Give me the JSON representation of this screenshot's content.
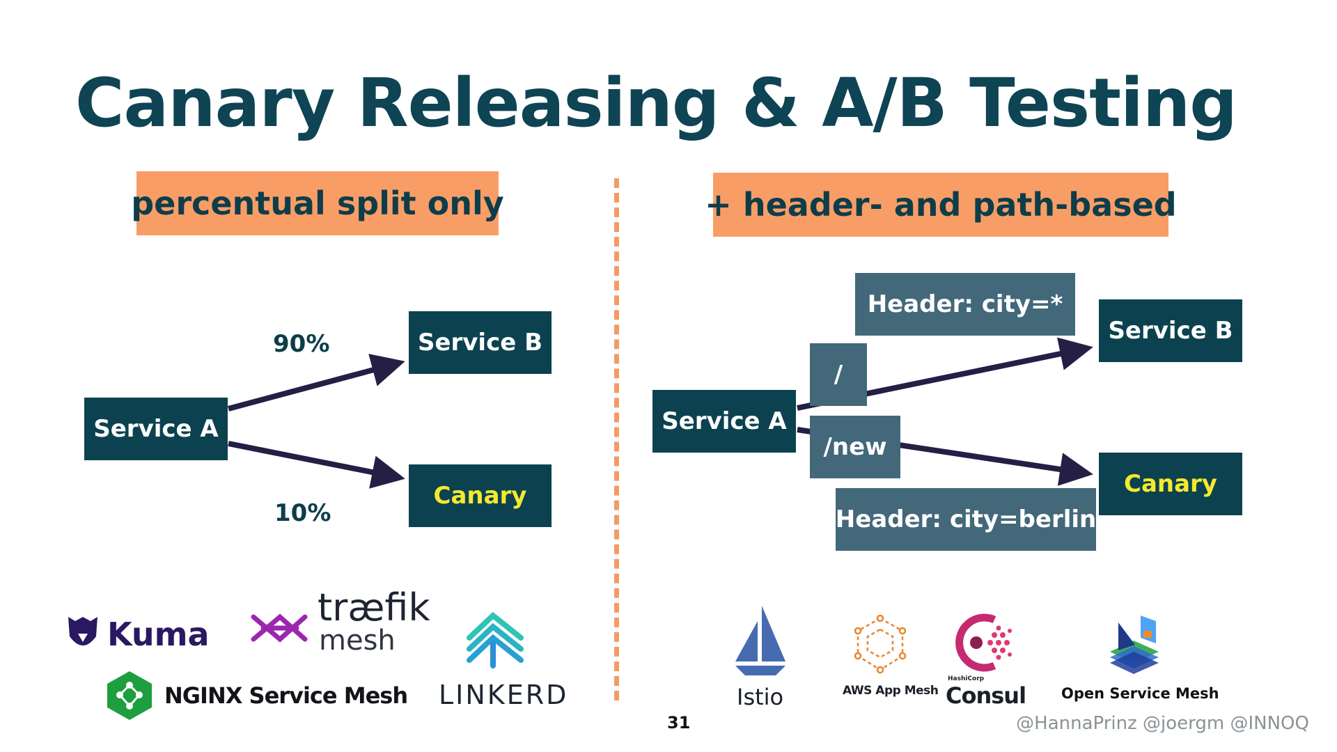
{
  "slide": {
    "title": "Canary Releasing & A/B Testing",
    "page_number": "31",
    "credit": "@HannaPrinz @joergm @INNOQ"
  },
  "left": {
    "tag": "percentual split only",
    "service_a": "Service A",
    "service_b": "Service B",
    "canary": "Canary",
    "pct_b": "90%",
    "pct_canary": "10%"
  },
  "right": {
    "tag": "+ header- and path-based",
    "service_a": "Service A",
    "service_b": "Service B",
    "canary": "Canary",
    "header_b": "Header: city=*",
    "path_b": "/",
    "path_canary": "/new",
    "header_canary": "Header: city=berlin"
  },
  "logos": {
    "kuma": "Kuma",
    "traefik": "træfik",
    "traefik_sub": "mesh",
    "linkerd": "LINKERD",
    "nginx": "NGINX Service Mesh",
    "istio": "Istio",
    "aws": "AWS App Mesh",
    "consul_small": "HashiCorp",
    "consul": "Consul",
    "osm": "Open Service Mesh"
  },
  "colors": {
    "title": "#0e4454",
    "tag_bg": "#f99d66",
    "box_bg": "#0c4250",
    "header_box_bg": "#43687a",
    "canary_text": "#f5e92f",
    "arrow": "#231f45",
    "divider": "#f49a65"
  }
}
